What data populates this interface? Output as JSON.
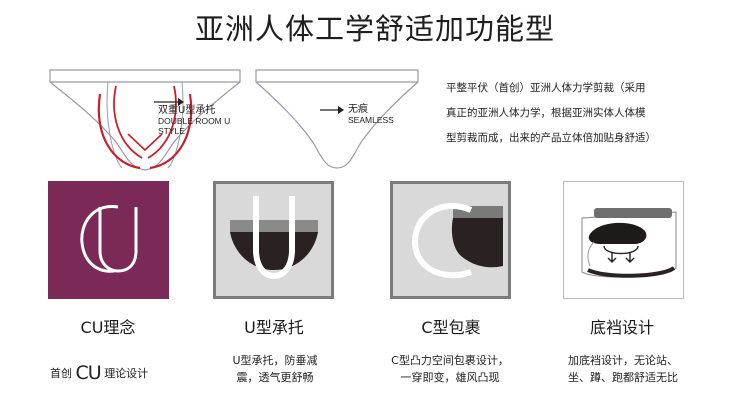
{
  "title": "亚洲人体工学舒适加功能型",
  "diagram_left": {
    "label_cn": "双重U型承托",
    "label_en_1": "DOUBLE ROOM U",
    "label_en_2": "STYLE"
  },
  "diagram_right": {
    "label_cn": "无痕",
    "label_en": "SEAMLESS"
  },
  "description": {
    "line1": "平整平伏（首创）亚洲人体力学剪裁（采用",
    "line2": "真正的亚洲人体力学，根据亚洲实体人体模",
    "line3": "型剪裁而成，出来的产品立体倍加贴身舒适）"
  },
  "features": [
    {
      "tile_letters": "CU",
      "tile_color": "#7b2a57",
      "title": "CU理念",
      "desc_prefix": "首创",
      "desc_big": "CU",
      "desc_suffix": "理论设计"
    },
    {
      "tile_letter": "U",
      "title": "U型承托",
      "desc1": "U型承托，防垂减",
      "desc2": "震，透气更舒畅"
    },
    {
      "tile_letter": "C",
      "title": "C型包裹",
      "desc1": "C型凸力空间包裹设计，",
      "desc2": "一穿即变，雄风凸现"
    },
    {
      "title": "底裆设计",
      "desc1": "加底裆设计，无论站、",
      "desc2": "坐、蹲、跑都舒适无比"
    }
  ]
}
